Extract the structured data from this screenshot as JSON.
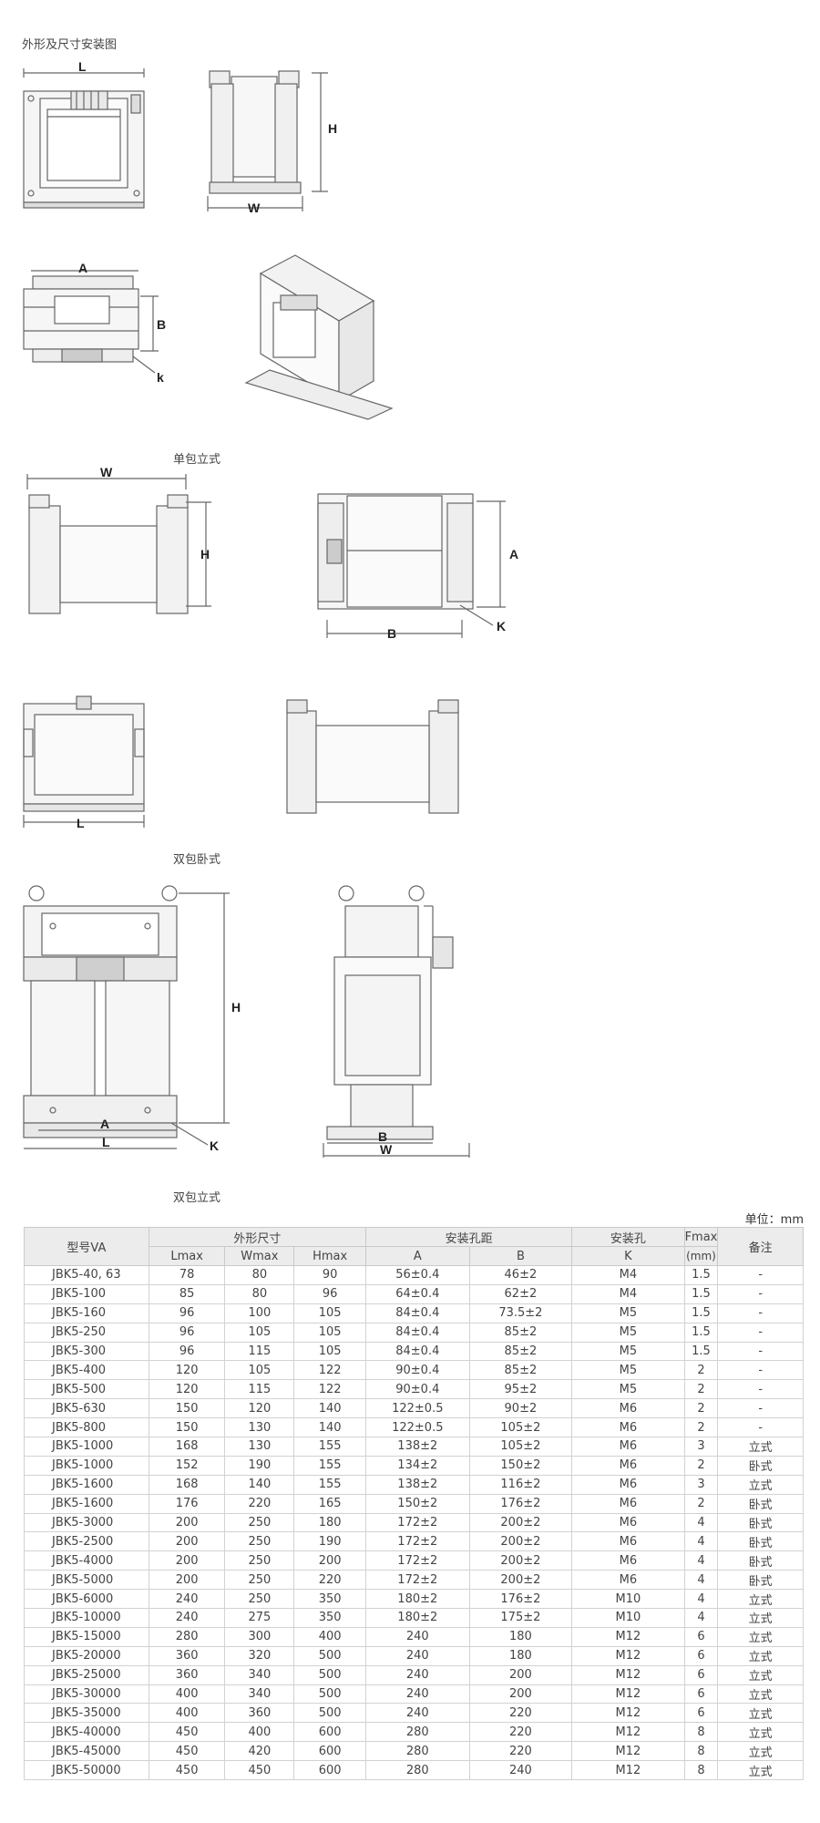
{
  "section_title": "外形及尺寸安装图",
  "labels": {
    "L": "L",
    "H": "H",
    "W": "W",
    "A": "A",
    "B": "B",
    "k": "k",
    "K": "K"
  },
  "captions": {
    "single_vertical": "单包立式",
    "double_horizontal": "双包卧式",
    "double_vertical": "双包立式"
  },
  "table": {
    "unit_note": "单位：mm",
    "headers": {
      "model": "型号VA",
      "outline": "外形尺寸",
      "lmax": "Lmax",
      "wmax": "Wmax",
      "hmax": "Hmax",
      "spacing": "安装孔距",
      "a": "A",
      "b": "B",
      "hole": "安装孔",
      "k": "K",
      "fmax": "Fmax",
      "fmax_unit": "(mm)",
      "remark": "备注"
    },
    "rows": [
      [
        "JBK5-40, 63",
        "78",
        "80",
        "90",
        "56±0.4",
        "46±2",
        "M4",
        "1.5",
        "-"
      ],
      [
        "JBK5-100",
        "85",
        "80",
        "96",
        "64±0.4",
        "62±2",
        "M4",
        "1.5",
        "-"
      ],
      [
        "JBK5-160",
        "96",
        "100",
        "105",
        "84±0.4",
        "73.5±2",
        "M5",
        "1.5",
        "-"
      ],
      [
        "JBK5-250",
        "96",
        "105",
        "105",
        "84±0.4",
        "85±2",
        "M5",
        "1.5",
        "-"
      ],
      [
        "JBK5-300",
        "96",
        "115",
        "105",
        "84±0.4",
        "85±2",
        "M5",
        "1.5",
        "-"
      ],
      [
        "JBK5-400",
        "120",
        "105",
        "122",
        "90±0.4",
        "85±2",
        "M5",
        "2",
        "-"
      ],
      [
        "JBK5-500",
        "120",
        "115",
        "122",
        "90±0.4",
        "95±2",
        "M5",
        "2",
        "-"
      ],
      [
        "JBK5-630",
        "150",
        "120",
        "140",
        "122±0.5",
        "90±2",
        "M6",
        "2",
        "-"
      ],
      [
        "JBK5-800",
        "150",
        "130",
        "140",
        "122±0.5",
        "105±2",
        "M6",
        "2",
        "-"
      ],
      [
        "JBK5-1000",
        "168",
        "130",
        "155",
        "138±2",
        "105±2",
        "M6",
        "3",
        "立式"
      ],
      [
        "JBK5-1000",
        "152",
        "190",
        "155",
        "134±2",
        "150±2",
        "M6",
        "2",
        "卧式"
      ],
      [
        "JBK5-1600",
        "168",
        "140",
        "155",
        "138±2",
        "116±2",
        "M6",
        "3",
        "立式"
      ],
      [
        "JBK5-1600",
        "176",
        "220",
        "165",
        "150±2",
        "176±2",
        "M6",
        "2",
        "卧式"
      ],
      [
        "JBK5-3000",
        "200",
        "250",
        "180",
        "172±2",
        "200±2",
        "M6",
        "4",
        "卧式"
      ],
      [
        "JBK5-2500",
        "200",
        "250",
        "190",
        "172±2",
        "200±2",
        "M6",
        "4",
        "卧式"
      ],
      [
        "JBK5-4000",
        "200",
        "250",
        "200",
        "172±2",
        "200±2",
        "M6",
        "4",
        "卧式"
      ],
      [
        "JBK5-5000",
        "200",
        "250",
        "220",
        "172±2",
        "200±2",
        "M6",
        "4",
        "卧式"
      ],
      [
        "JBK5-6000",
        "240",
        "250",
        "350",
        "180±2",
        "176±2",
        "M10",
        "4",
        "立式"
      ],
      [
        "JBK5-10000",
        "240",
        "275",
        "350",
        "180±2",
        "175±2",
        "M10",
        "4",
        "立式"
      ],
      [
        "JBK5-15000",
        "280",
        "300",
        "400",
        "240",
        "180",
        "M12",
        "6",
        "立式"
      ],
      [
        "JBK5-20000",
        "360",
        "320",
        "500",
        "240",
        "180",
        "M12",
        "6",
        "立式"
      ],
      [
        "JBK5-25000",
        "360",
        "340",
        "500",
        "240",
        "200",
        "M12",
        "6",
        "立式"
      ],
      [
        "JBK5-30000",
        "400",
        "340",
        "500",
        "240",
        "200",
        "M12",
        "6",
        "立式"
      ],
      [
        "JBK5-35000",
        "400",
        "360",
        "500",
        "240",
        "220",
        "M12",
        "6",
        "立式"
      ],
      [
        "JBK5-40000",
        "450",
        "400",
        "600",
        "280",
        "220",
        "M12",
        "8",
        "立式"
      ],
      [
        "JBK5-45000",
        "450",
        "420",
        "600",
        "280",
        "220",
        "M12",
        "8",
        "立式"
      ],
      [
        "JBK5-50000",
        "450",
        "450",
        "600",
        "280",
        "240",
        "M12",
        "8",
        "立式"
      ]
    ]
  }
}
